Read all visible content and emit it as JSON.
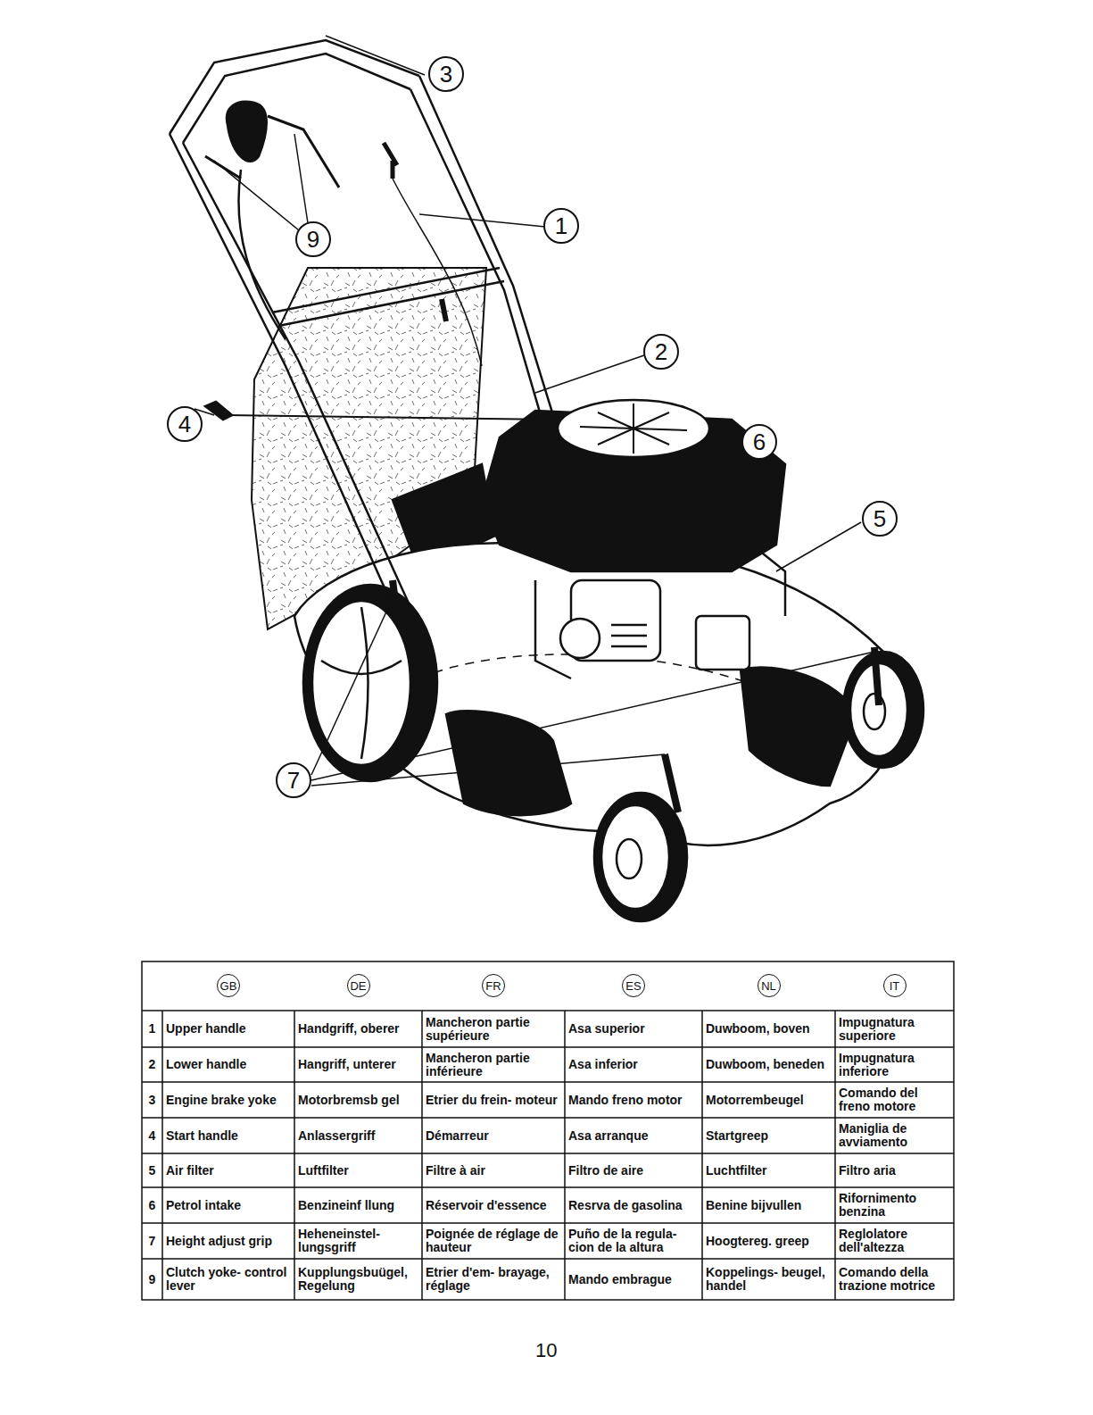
{
  "diagram": {
    "labels": [
      "3",
      "9",
      "1",
      "2",
      "6",
      "5",
      "4",
      "7",
      "GB",
      "DE",
      "FR",
      "ES",
      "NL",
      "IT",
      "1",
      "Upper handle",
      "Handgriff, oberer",
      "Mancheron partie supérieure",
      "Asa superior",
      "Duwboom, boven",
      "Impugnatura superiore",
      "2",
      "Lower handle",
      "Hangriff, unterer",
      "Mancheron partie inférieure",
      "Asa inferior",
      "Duwboom, beneden",
      "Impugnatura inferiore",
      "3",
      "Engine brake yoke",
      "Motorbremsb gel",
      "Etrier du frein- moteur",
      "Mando freno motor",
      "Motorrembeugel",
      "Comando del freno motore",
      "4",
      "Start handle",
      "Anlassergriff",
      "Démarreur",
      "Asa arranque",
      "Startgreep",
      "Maniglia de avviamento",
      "5",
      "Air filter",
      "Luftfilter",
      "Filtre à air",
      "Filtro de aire",
      "Luchtfilter",
      "Filtro aria",
      "6",
      "Petrol intake",
      "Benzineinf llung",
      "Réservoir d'essence",
      "Resrva de gasolina",
      "Benine bijvullen",
      "Rifornimento benzina",
      "7",
      "Height adjust grip",
      "Heheneinstel- lungsgriff",
      "Poignée de réglage de hauteur",
      "Puño de la regula- cion de la altura",
      "Hoogtereg. greep",
      "Reglolatore dell'altezza",
      "9",
      "Clutch yoke- control lever",
      "Kupplungsbuügel, Regelung",
      "Etrier d'em- brayage, réglage",
      "Mando embrague",
      "Koppelings- beugel, handel",
      "Comando della trazione motrice",
      "10"
    ]
  }
}
